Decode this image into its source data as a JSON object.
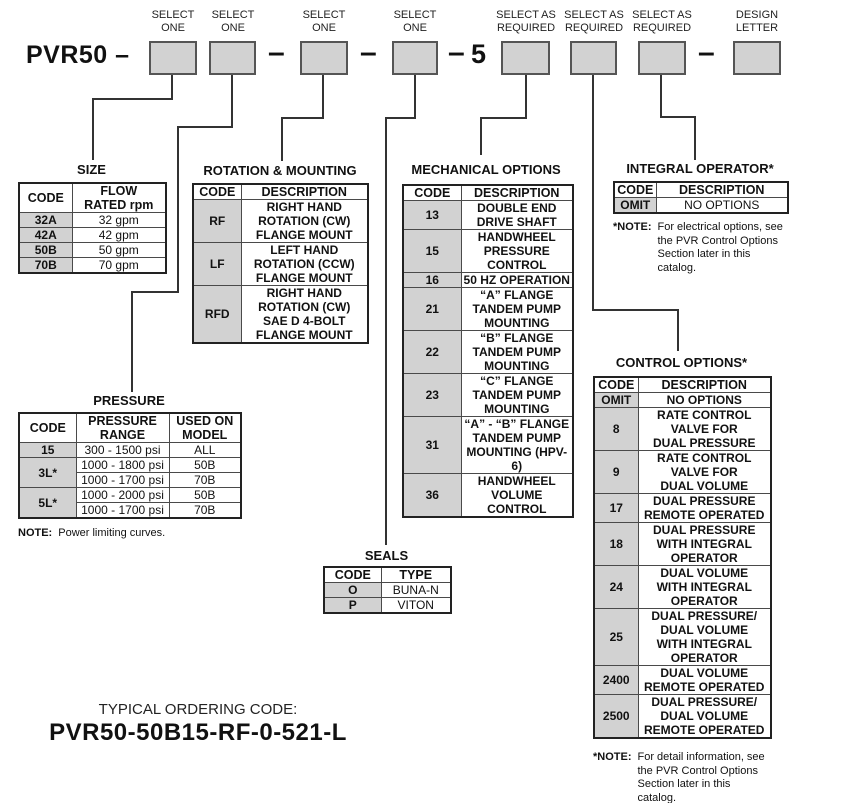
{
  "code_line": {
    "prefix": "PVR50 –",
    "dash": "–",
    "fixed_value": "5",
    "slots": [
      {
        "label": "SELECT\nONE"
      },
      {
        "label": "SELECT\nONE"
      },
      {
        "label": "SELECT\nONE"
      },
      {
        "label": "SELECT\nONE"
      },
      {
        "label": "SELECT AS\nREQUIRED"
      },
      {
        "label": "SELECT AS\nREQUIRED"
      },
      {
        "label": "SELECT AS\nREQUIRED"
      },
      {
        "label": "DESIGN\nLETTER"
      }
    ]
  },
  "size_table": {
    "title": "SIZE",
    "headers": {
      "code": "CODE",
      "value": "FLOW\nRATED rpm"
    },
    "rows": [
      {
        "code": "32A",
        "value": "32 gpm"
      },
      {
        "code": "42A",
        "value": "42 gpm"
      },
      {
        "code": "50B",
        "value": "50 gpm"
      },
      {
        "code": "70B",
        "value": "70 gpm"
      }
    ]
  },
  "rotation_table": {
    "title": "ROTATION & MOUNTING",
    "headers": {
      "code": "CODE",
      "value": "DESCRIPTION"
    },
    "rows": [
      {
        "code": "RF",
        "value": "RIGHT HAND\nROTATION (CW)\nFLANGE MOUNT"
      },
      {
        "code": "LF",
        "value": "LEFT HAND\nROTATION (CCW)\nFLANGE MOUNT"
      },
      {
        "code": "RFD",
        "value": "RIGHT HAND\nROTATION (CW)\nSAE D 4-BOLT\nFLANGE MOUNT"
      }
    ]
  },
  "mechanical_table": {
    "title": "MECHANICAL OPTIONS",
    "headers": {
      "code": "CODE",
      "value": "DESCRIPTION"
    },
    "rows": [
      {
        "code": "13",
        "value": "DOUBLE END\nDRIVE SHAFT"
      },
      {
        "code": "15",
        "value": "HANDWHEEL\nPRESSURE\nCONTROL"
      },
      {
        "code": "16",
        "value": "50 HZ OPERATION"
      },
      {
        "code": "21",
        "value": "“A” FLANGE\nTANDEM PUMP\nMOUNTING"
      },
      {
        "code": "22",
        "value": "“B” FLANGE\nTANDEM PUMP\nMOUNTING"
      },
      {
        "code": "23",
        "value": "“C” FLANGE\nTANDEM PUMP\nMOUNTING"
      },
      {
        "code": "31",
        "value": "“A” - “B” FLANGE\nTANDEM PUMP\nMOUNTING (HPV-6)"
      },
      {
        "code": "36",
        "value": "HANDWHEEL\nVOLUME\nCONTROL"
      }
    ]
  },
  "integral_table": {
    "title": "INTEGRAL OPERATOR*",
    "headers": {
      "code": "CODE",
      "value": "DESCRIPTION"
    },
    "rows": [
      {
        "code": "OMIT",
        "value": "NO OPTIONS"
      }
    ],
    "note_label": "*NOTE:",
    "note_text": "For electrical options, see\nthe PVR Control Options\nSection later in this\ncatalog."
  },
  "pressure_table": {
    "title": "PRESSURE",
    "headers": {
      "code": "CODE",
      "range": "PRESSURE\nRANGE",
      "model": "USED ON\nMODEL"
    },
    "groups": [
      {
        "code": "15",
        "entries": [
          {
            "range": "300 - 1500 psi",
            "model": "ALL"
          }
        ]
      },
      {
        "code": "3L*",
        "entries": [
          {
            "range": "1000 - 1800 psi",
            "model": "50B"
          },
          {
            "range": "1000 - 1700 psi",
            "model": "70B"
          }
        ]
      },
      {
        "code": "5L*",
        "entries": [
          {
            "range": "1000 - 2000 psi",
            "model": "50B"
          },
          {
            "range": "1000 - 1700 psi",
            "model": "70B"
          }
        ]
      }
    ],
    "note_label": "NOTE:",
    "note_text": "Power limiting curves."
  },
  "seals_table": {
    "title": "SEALS",
    "headers": {
      "code": "CODE",
      "value": "TYPE"
    },
    "rows": [
      {
        "code": "O",
        "value": "BUNA-N"
      },
      {
        "code": "P",
        "value": "VITON"
      }
    ]
  },
  "control_table": {
    "title": "CONTROL OPTIONS*",
    "headers": {
      "code": "CODE",
      "value": "DESCRIPTION"
    },
    "rows": [
      {
        "code": "OMIT",
        "value": "NO OPTIONS"
      },
      {
        "code": "8",
        "value": "RATE CONTROL\nVALVE FOR\nDUAL PRESSURE"
      },
      {
        "code": "9",
        "value": "RATE CONTROL\nVALVE FOR\nDUAL VOLUME"
      },
      {
        "code": "17",
        "value": "DUAL PRESSURE\nREMOTE OPERATED"
      },
      {
        "code": "18",
        "value": "DUAL PRESSURE\nWITH INTEGRAL\nOPERATOR"
      },
      {
        "code": "24",
        "value": "DUAL VOLUME\nWITH INTEGRAL\nOPERATOR"
      },
      {
        "code": "25",
        "value": "DUAL PRESSURE/\nDUAL VOLUME\nWITH INTEGRAL\nOPERATOR"
      },
      {
        "code": "2400",
        "value": "DUAL VOLUME\nREMOTE OPERATED"
      },
      {
        "code": "2500",
        "value": "DUAL PRESSURE/\nDUAL VOLUME\nREMOTE OPERATED"
      }
    ],
    "note_label": "*NOTE:",
    "note_text": "For detail information, see\nthe PVR Control Options\nSection later in this\ncatalog."
  },
  "ordering": {
    "label": "TYPICAL ORDERING CODE:",
    "code": "PVR50-50B15-RF-0-521-L"
  },
  "colors": {
    "slot_fill": "#d2d2d2",
    "table_code_fill": "#d2d2d2",
    "line": "#333333",
    "text": "#111111",
    "background": "#ffffff"
  }
}
